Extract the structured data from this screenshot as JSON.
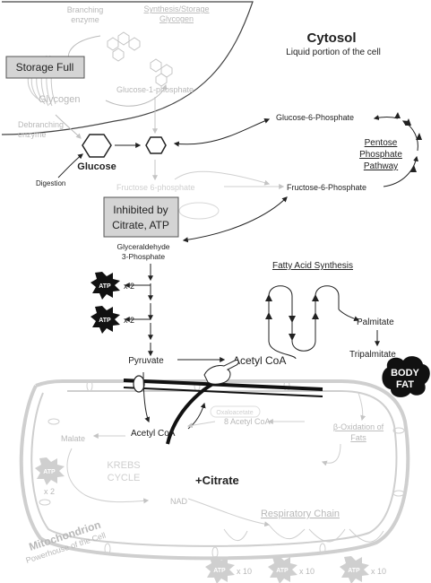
{
  "cytosol": {
    "title": "Cytosol",
    "subtitle": "Liquid portion of the cell"
  },
  "glycogen_region": {
    "heading_line1": "Synthesis/Storage",
    "heading_line2": "Glycogen",
    "branching_line1": "Branching",
    "branching_line2": "enzyme",
    "storage_full": "Storage Full",
    "glycogen": "Glycogen",
    "glucose_1_phosphate": "Glucose-1-phosphate",
    "debranching_line1": "Debranching",
    "debranching_line2": "enzyme"
  },
  "glucose_entry": {
    "glucose": "Glucose",
    "digestion": "Digestion"
  },
  "pentose": {
    "line1": "Pentose",
    "line2": "Phosphate",
    "line3": "Pathway"
  },
  "metabolites": {
    "glucose_6_phosphate": "Glucose-6-Phosphate",
    "fructose_6_phosphate": "Fructose-6-Phosphate",
    "fructose_6_phosphate_faint": "Fructose 6-phosphate",
    "glyceraldehyde_line1": "Glyceraldehyde",
    "glyceraldehyde_line2": "3-Phosphate",
    "pyruvate": "Pyruvate",
    "acetyl_coa": "Acetyl CoA",
    "acetyl_coa_inner": "Acetyl CoA",
    "palmitate": "Palmitate",
    "tripalmitate": "Tripalmitate"
  },
  "inhibition_box": {
    "line1": "Inhibited by",
    "line2": "Citrate, ATP"
  },
  "atp": {
    "label": "ATP",
    "x2": "x 2",
    "x10": "x 10"
  },
  "fatty_acid_synthesis": "Fatty Acid Synthesis",
  "body_fat": {
    "line1": "BODY",
    "line2": "FAT"
  },
  "mitochondrion": {
    "name": "Mitochondrion",
    "tagline": "Powerhouse of the Cell",
    "malate": "Malate",
    "krebs_line1": "KREBS",
    "krebs_line2": "CYCLE",
    "nad": "NAD",
    "citrate": "+Citrate",
    "eight_acetyl_coa": "8 Acetyl CoA",
    "beta_ox_line1": "β-Oxidation of",
    "beta_ox_line2": "Fats",
    "respiratory_chain": "Respiratory Chain",
    "oxaloacetate": "Oxaloacetate"
  }
}
